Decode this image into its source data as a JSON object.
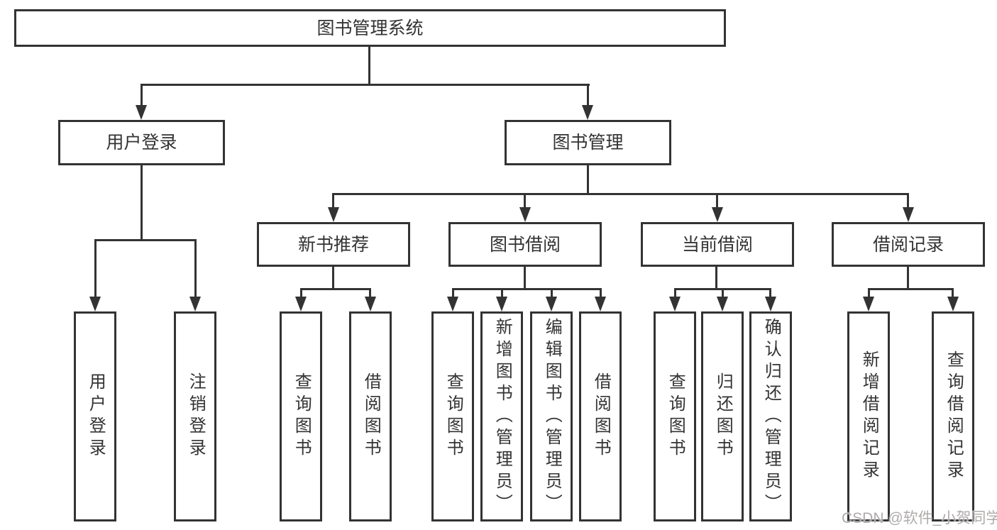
{
  "tree": {
    "label": "图书管理系统",
    "children": [
      {
        "label": "用户登录",
        "children": [
          {
            "label": "用户登录"
          },
          {
            "label": "注销登录"
          }
        ]
      },
      {
        "label": "图书管理",
        "children": [
          {
            "label": "新书推荐",
            "children": [
              {
                "label": "查询图书"
              },
              {
                "label": "借阅图书"
              }
            ]
          },
          {
            "label": "图书借阅",
            "children": [
              {
                "label": "查询图书"
              },
              {
                "label": "新增图书（管理员）"
              },
              {
                "label": "编辑图书（管理员）"
              },
              {
                "label": "借阅图书"
              }
            ]
          },
          {
            "label": "当前借阅",
            "children": [
              {
                "label": "查询图书"
              },
              {
                "label": "归还图书"
              },
              {
                "label": "确认归还（管理员）"
              }
            ]
          },
          {
            "label": "借阅记录",
            "children": [
              {
                "label": "新增借阅记录"
              },
              {
                "label": "查询借阅记录"
              }
            ]
          }
        ]
      }
    ]
  },
  "watermark": {
    "text": "CSDN @软件_小贺同学"
  },
  "colors": {
    "line": "#333333",
    "text": "#333333",
    "watermark": "#b0abab",
    "background": "#ffffff"
  }
}
